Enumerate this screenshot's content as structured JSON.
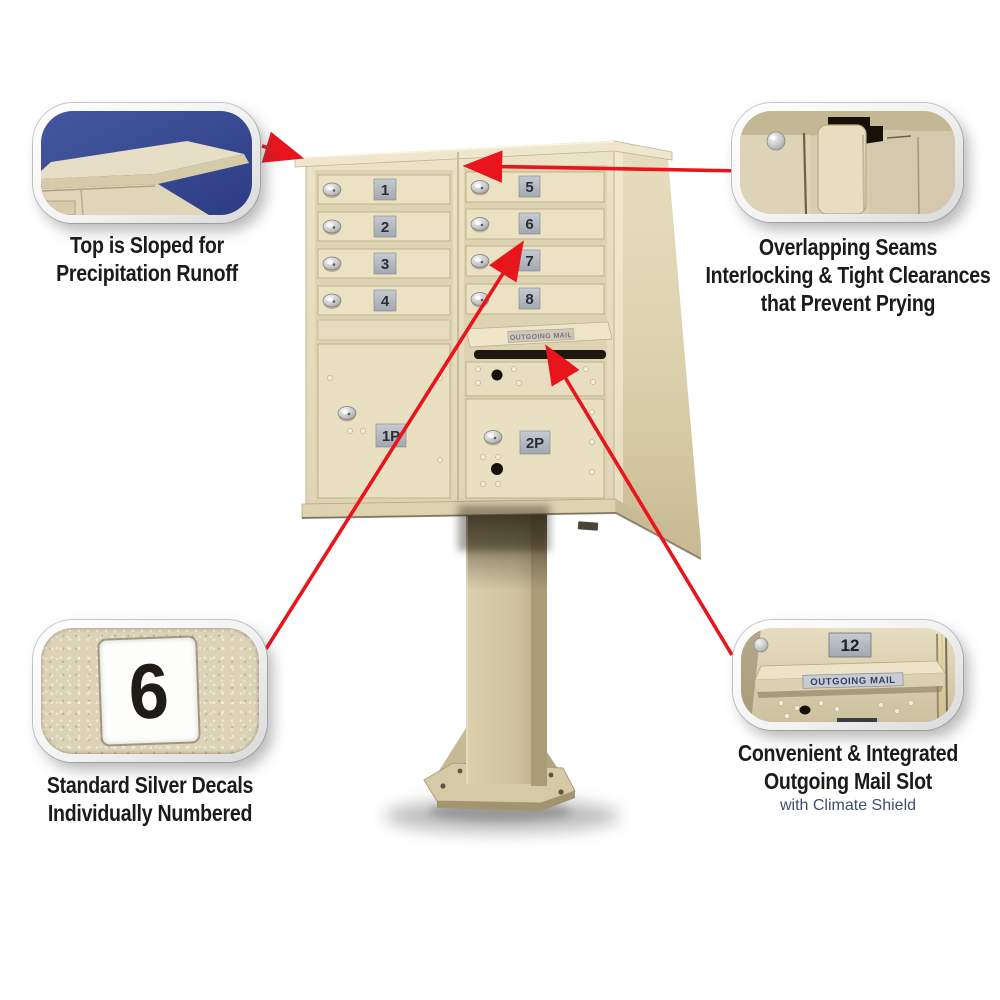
{
  "colors": {
    "accent_red": "#e8151d",
    "cabinet_tan": "#e9dfc2",
    "decal_silver": "#b6bac1",
    "caption_text": "#1b1b1b",
    "subcaption_text": "#3e4f70",
    "inset_blue_background": "#3a4da3"
  },
  "callouts": {
    "top_left": {
      "line1": "Top is Sloped for",
      "line2": "Precipitation Runoff"
    },
    "top_right": {
      "line1": "Overlapping Seams",
      "line2": "Interlocking & Tight Clearances",
      "line3": "that Prevent Prying"
    },
    "bottom_left": {
      "line1": "Standard Silver Decals",
      "line2": "Individually Numbered",
      "decal_number": "6"
    },
    "bottom_right": {
      "line1": "Convenient & Integrated",
      "line2": "Outgoing Mail Slot",
      "line3": "with Climate Shield",
      "decal_number": "12",
      "slot_label": "OUTGOING MAIL"
    }
  },
  "mailbox": {
    "doors": [
      {
        "number": "1"
      },
      {
        "number": "2"
      },
      {
        "number": "3"
      },
      {
        "number": "4"
      },
      {
        "number": "5"
      },
      {
        "number": "6"
      },
      {
        "number": "7"
      },
      {
        "number": "8"
      }
    ],
    "parcel_lockers": [
      {
        "number": "1P"
      },
      {
        "number": "2P"
      }
    ],
    "outgoing_mail_label": "OUTGOING MAIL"
  }
}
